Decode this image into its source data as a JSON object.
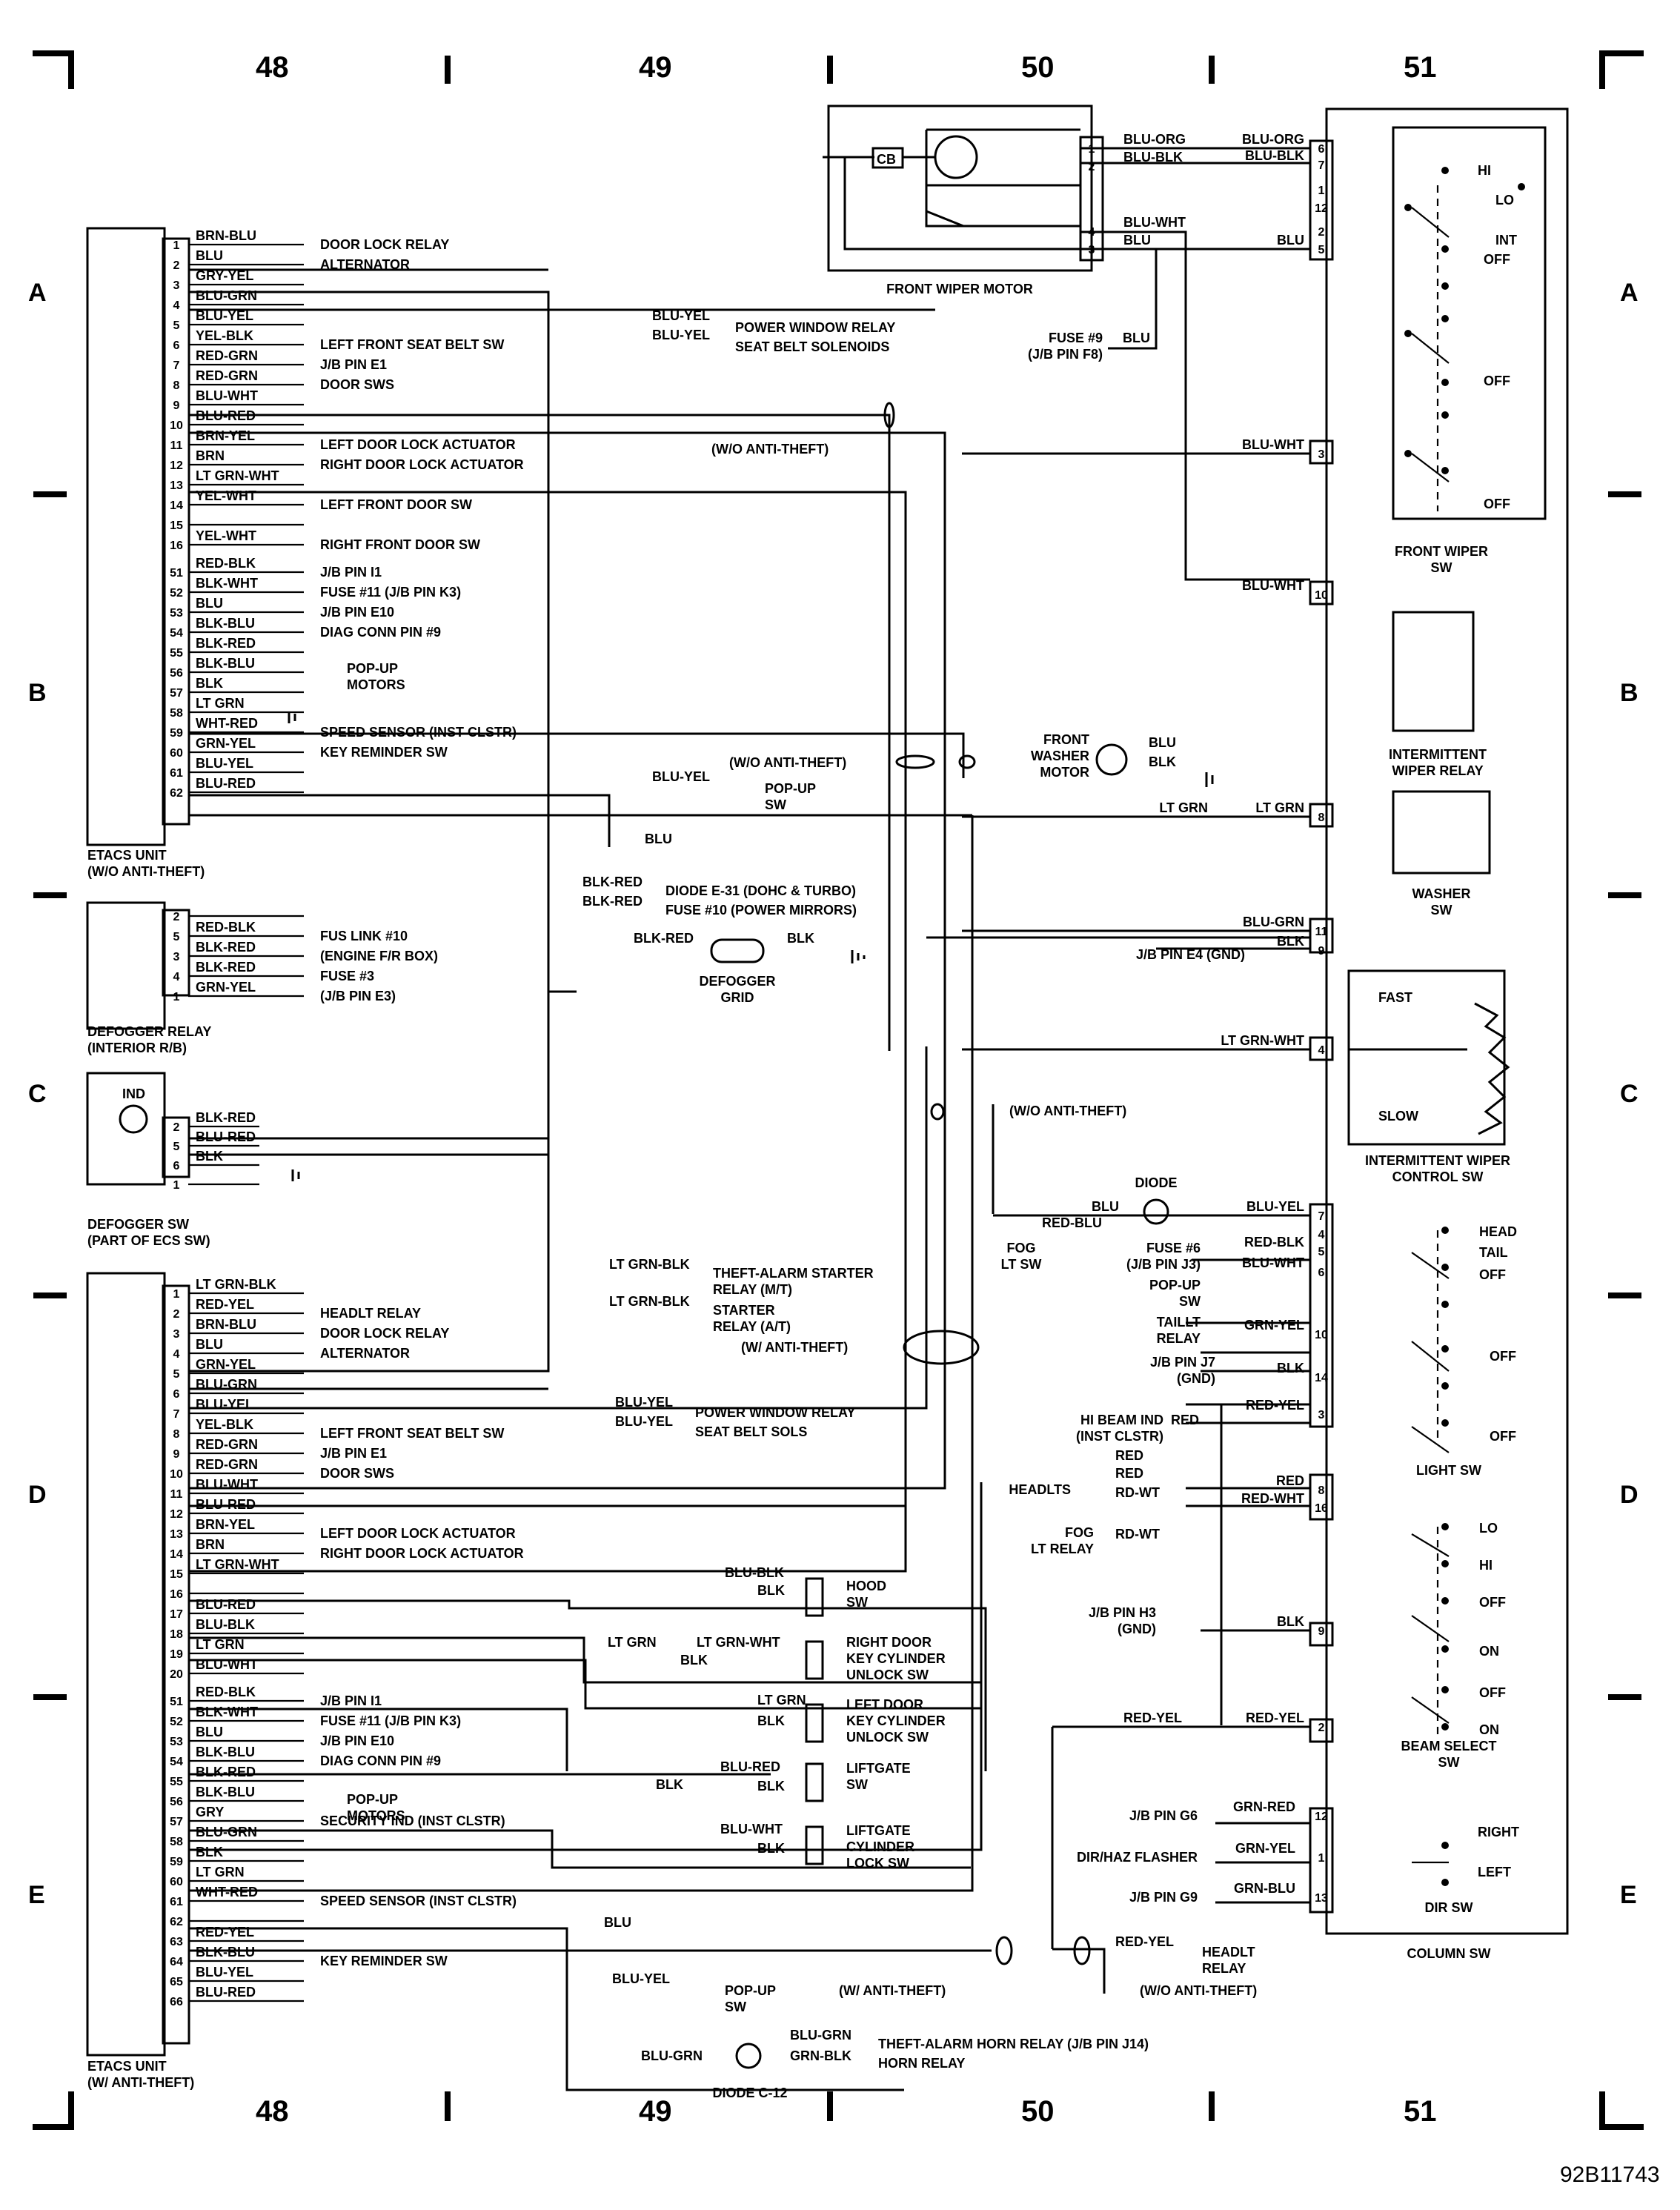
{
  "page": {
    "columns": [
      "48",
      "49",
      "50",
      "51"
    ],
    "rows": [
      "A",
      "B",
      "C",
      "D",
      "E"
    ],
    "figure_id": "92B11743"
  },
  "etacs1": {
    "title": [
      "ETACS UNIT",
      "(W/O ANTI-THEFT)"
    ],
    "pins": [
      {
        "pin": "1",
        "wire": "BRN-BLU",
        "dest": "DOOR LOCK RELAY"
      },
      {
        "pin": "2",
        "wire": "BLU",
        "dest": "ALTERNATOR"
      },
      {
        "pin": "3",
        "wire": "GRY-YEL",
        "dest": ""
      },
      {
        "pin": "4",
        "wire": "BLU-GRN",
        "dest": ""
      },
      {
        "pin": "5",
        "wire": "BLU-YEL",
        "dest": ""
      },
      {
        "pin": "6",
        "wire": "YEL-BLK",
        "dest": "LEFT FRONT SEAT BELT SW"
      },
      {
        "pin": "7",
        "wire": "RED-GRN",
        "dest": "J/B PIN E1"
      },
      {
        "pin": "8",
        "wire": "RED-GRN",
        "dest": "DOOR SWS"
      },
      {
        "pin": "9",
        "wire": "BLU-WHT",
        "dest": ""
      },
      {
        "pin": "10",
        "wire": "BLU-RED",
        "dest": ""
      },
      {
        "pin": "11",
        "wire": "BRN-YEL",
        "dest": "LEFT DOOR LOCK ACTUATOR"
      },
      {
        "pin": "12",
        "wire": "BRN",
        "dest": "RIGHT DOOR LOCK ACTUATOR"
      },
      {
        "pin": "13",
        "wire": "LT GRN-WHT",
        "dest": ""
      },
      {
        "pin": "14",
        "wire": "YEL-WHT",
        "dest": "LEFT FRONT DOOR SW"
      },
      {
        "pin": "15",
        "wire": "",
        "dest": ""
      },
      {
        "pin": "16",
        "wire": "YEL-WHT",
        "dest": "RIGHT FRONT DOOR SW"
      },
      {
        "pin": "51",
        "wire": "RED-BLK",
        "dest": "J/B PIN I1"
      },
      {
        "pin": "52",
        "wire": "BLK-WHT",
        "dest": "FUSE #11 (J/B PIN K3)"
      },
      {
        "pin": "53",
        "wire": "BLU",
        "dest": "J/B PIN E10"
      },
      {
        "pin": "54",
        "wire": "BLK-BLU",
        "dest": "DIAG CONN PIN #9"
      },
      {
        "pin": "55",
        "wire": "BLK-RED",
        "dest": ""
      },
      {
        "pin": "56",
        "wire": "BLK-BLU",
        "dest": ""
      },
      {
        "pin": "57",
        "wire": "BLK",
        "dest": ""
      },
      {
        "pin": "58",
        "wire": "LT GRN",
        "dest": ""
      },
      {
        "pin": "59",
        "wire": "WHT-RED",
        "dest": "SPEED SENSOR (INST CLSTR)"
      },
      {
        "pin": "60",
        "wire": "GRN-YEL",
        "dest": "KEY REMINDER SW"
      },
      {
        "pin": "61",
        "wire": "BLU-YEL",
        "dest": ""
      },
      {
        "pin": "62",
        "wire": "BLU-RED",
        "dest": ""
      }
    ],
    "popup_motors": [
      "POP-UP",
      "MOTORS"
    ],
    "power_window": {
      "wire1": "BLU-YEL",
      "wire2": "BLU-YEL",
      "dest1": "POWER WINDOW RELAY",
      "dest2": "SEAT BELT SOLENOIDS"
    },
    "popup_sw": {
      "wire": "BLU-YEL",
      "label": [
        "POP-UP",
        "SW"
      ]
    },
    "blu_label": "BLU"
  },
  "anti_theft": {
    "wo1": "(W/O ANTI-THEFT)",
    "wo2": "(W/O ANTI-THEFT)",
    "wo3": "(W/O ANTI-THEFT)",
    "wo4": "(W/O ANTI-THEFT)",
    "w1": "(W/ ANTI-THEFT)",
    "w2": "(W/ ANTI-THEFT)"
  },
  "defogger_relay": {
    "title": [
      "DEFOGGER RELAY",
      "(INTERIOR R/B)"
    ],
    "pins": [
      {
        "pin": "2",
        "wire": "",
        "dest": ""
      },
      {
        "pin": "5",
        "wire": "RED-BLK",
        "dest": "FUS LINK #10"
      },
      {
        "pin": "3",
        "wire": "BLK-RED",
        "dest": "(ENGINE F/R BOX)"
      },
      {
        "pin": "4",
        "wire": "BLK-RED",
        "dest": "FUSE #3"
      },
      {
        "pin": "1",
        "wire": "GRN-YEL",
        "dest": "(J/B PIN E3)"
      }
    ],
    "diode_e31": {
      "wire": "BLK-RED",
      "dest": "DIODE E-31 (DOHC & TURBO)"
    },
    "fuse10": {
      "wire": "BLK-RED",
      "dest": "FUSE #10 (POWER MIRRORS)"
    },
    "grid": {
      "wire_in": "BLK-RED",
      "wire_out": "BLK",
      "label": [
        "DEFOGGER",
        "GRID"
      ]
    }
  },
  "defogger_sw": {
    "title": [
      "DEFOGGER SW",
      "(PART OF ECS SW)"
    ],
    "ind": "IND",
    "pins": [
      {
        "pin": "2",
        "wire": "BLK-RED"
      },
      {
        "pin": "5",
        "wire": "BLU-RED"
      },
      {
        "pin": "6",
        "wire": "BLK"
      },
      {
        "pin": "1",
        "wire": ""
      }
    ]
  },
  "etacs2": {
    "title": [
      "ETACS UNIT",
      "(W/ ANTI-THEFT)"
    ],
    "pins": [
      {
        "pin": "1",
        "wire": "LT GRN-BLK",
        "dest": ""
      },
      {
        "pin": "2",
        "wire": "RED-YEL",
        "dest": "HEADLT RELAY"
      },
      {
        "pin": "3",
        "wire": "BRN-BLU",
        "dest": "DOOR LOCK RELAY"
      },
      {
        "pin": "4",
        "wire": "BLU",
        "dest": "ALTERNATOR"
      },
      {
        "pin": "5",
        "wire": "GRN-YEL",
        "dest": ""
      },
      {
        "pin": "6",
        "wire": "BLU-GRN",
        "dest": ""
      },
      {
        "pin": "7",
        "wire": "BLU-YEL",
        "dest": ""
      },
      {
        "pin": "8",
        "wire": "YEL-BLK",
        "dest": "LEFT FRONT SEAT BELT SW"
      },
      {
        "pin": "9",
        "wire": "RED-GRN",
        "dest": "J/B PIN E1"
      },
      {
        "pin": "10",
        "wire": "RED-GRN",
        "dest": "DOOR SWS"
      },
      {
        "pin": "11",
        "wire": "BLU-WHT",
        "dest": ""
      },
      {
        "pin": "12",
        "wire": "BLU-RED",
        "dest": ""
      },
      {
        "pin": "13",
        "wire": "BRN-YEL",
        "dest": "LEFT DOOR LOCK ACTUATOR"
      },
      {
        "pin": "14",
        "wire": "BRN",
        "dest": "RIGHT DOOR LOCK ACTUATOR"
      },
      {
        "pin": "15",
        "wire": "LT GRN-WHT",
        "dest": ""
      },
      {
        "pin": "16",
        "wire": "",
        "dest": ""
      },
      {
        "pin": "17",
        "wire": "BLU-RED",
        "dest": ""
      },
      {
        "pin": "18",
        "wire": "BLU-BLK",
        "dest": ""
      },
      {
        "pin": "19",
        "wire": "LT GRN",
        "dest": ""
      },
      {
        "pin": "20",
        "wire": "BLU-WHT",
        "dest": ""
      },
      {
        "pin": "51",
        "wire": "RED-BLK",
        "dest": "J/B PIN I1"
      },
      {
        "pin": "52",
        "wire": "BLK-WHT",
        "dest": "FUSE #11 (J/B PIN K3)"
      },
      {
        "pin": "53",
        "wire": "BLU",
        "dest": "J/B PIN E10"
      },
      {
        "pin": "54",
        "wire": "BLK-BLU",
        "dest": "DIAG CONN PIN #9"
      },
      {
        "pin": "55",
        "wire": "BLK-RED",
        "dest": ""
      },
      {
        "pin": "56",
        "wire": "BLK-BLU",
        "dest": ""
      },
      {
        "pin": "57",
        "wire": "GRY",
        "dest": "SECURITY IND (INST CLSTR)"
      },
      {
        "pin": "58",
        "wire": "BLU-GRN",
        "dest": ""
      },
      {
        "pin": "59",
        "wire": "BLK",
        "dest": ""
      },
      {
        "pin": "60",
        "wire": "LT GRN",
        "dest": ""
      },
      {
        "pin": "61",
        "wire": "WHT-RED",
        "dest": "SPEED SENSOR (INST CLSTR)"
      },
      {
        "pin": "62",
        "wire": "",
        "dest": ""
      },
      {
        "pin": "63",
        "wire": "RED-YEL",
        "dest": ""
      },
      {
        "pin": "64",
        "wire": "BLK-BLU",
        "dest": "KEY REMINDER SW"
      },
      {
        "pin": "65",
        "wire": "BLU-YEL",
        "dest": ""
      },
      {
        "pin": "66",
        "wire": "BLU-RED",
        "dest": ""
      }
    ],
    "popup_motors": [
      "POP-UP",
      "MOTORS"
    ],
    "starter": {
      "wire1": "LT GRN-BLK",
      "dest1": [
        "THEFT-ALARM STARTER",
        "RELAY (M/T)"
      ],
      "wire2": "LT GRN-BLK",
      "dest2": [
        "STARTER",
        "RELAY (A/T)"
      ]
    },
    "power_window": {
      "wire1": "BLU-YEL",
      "wire2": "BLU-YEL",
      "dest1": "POWER WINDOW RELAY",
      "dest2": "SEAT BELT SOLS"
    },
    "popup_sw": {
      "wire": "BLU-YEL",
      "label": [
        "POP-UP",
        "SW"
      ]
    },
    "blu_label": "BLU"
  },
  "door_switches": {
    "hood": {
      "w1": "BLU-BLK",
      "w2": "BLK",
      "label": [
        "HOOD",
        "SW"
      ]
    },
    "right_door": {
      "w0": "LT GRN",
      "w1": "LT GRN-WHT",
      "w2": "BLK",
      "label": [
        "RIGHT DOOR",
        "KEY CYLINDER",
        "UNLOCK SW"
      ]
    },
    "left_door": {
      "w1": "LT GRN",
      "w2": "BLK",
      "label": [
        "LEFT DOOR",
        "KEY CYLINDER",
        "UNLOCK SW"
      ]
    },
    "liftgate": {
      "w1": "BLU-RED",
      "w2": "BLK",
      "w0": "BLK",
      "label": [
        "LIFTGATE",
        "SW"
      ]
    },
    "liftgate_cyl": {
      "w1": "BLU-WHT",
      "w2": "BLK",
      "label": [
        "LIFTGATE",
        "CYLINDER",
        "LOCK SW"
      ]
    }
  },
  "horn": {
    "w1": "BLU-GRN",
    "dest1": "THEFT-ALARM HORN RELAY (J/B PIN J14)",
    "w2": "BLU-GRN",
    "w3": "GRN-BLK",
    "dest2": "HORN RELAY",
    "diode": "DIODE C-12"
  },
  "headlt_relay": {
    "wire": "RED-YEL",
    "dest": [
      "HEADLT",
      "RELAY"
    ]
  },
  "wiper_motor": {
    "title": "FRONT WIPER MOTOR",
    "cb": "CB",
    "pins": [
      {
        "pin": "1",
        "wire": "BLU-ORG"
      },
      {
        "pin": "2",
        "wire": "BLU-BLK"
      },
      {
        "pin": "4",
        "wire": "BLU-WHT"
      },
      {
        "pin": "3",
        "wire": "BLU"
      }
    ],
    "fuse9": [
      "FUSE #9",
      "(J/B PIN F8)"
    ],
    "fuse9_wire": "BLU"
  },
  "washer_motor": {
    "label": [
      "FRONT",
      "WASHER",
      "MOTOR"
    ],
    "w1": "BLU",
    "w2": "BLK"
  },
  "column_sw": {
    "title": "COLUMN SW",
    "front_wiper": {
      "title": [
        "FRONT WIPER",
        "SW"
      ],
      "pos": [
        "HI",
        "LO",
        "INT",
        "OFF",
        "OFF",
        "OFF"
      ],
      "pins": [
        {
          "pin": "6",
          "wire": "BLU-ORG"
        },
        {
          "pin": "7",
          "wire": "BLU-BLK"
        },
        {
          "pin": "1",
          "wire": ""
        },
        {
          "pin": "12",
          "wire": ""
        },
        {
          "pin": "2",
          "wire": ""
        },
        {
          "pin": "5",
          "wire": "BLU"
        },
        {
          "pin": "3",
          "wire": "BLU-WHT"
        },
        {
          "pin": "10",
          "wire": "BLU-WHT"
        },
        {
          "pin": "8",
          "wire": "LT GRN"
        },
        {
          "pin": "11",
          "wire": "BLU-GRN"
        },
        {
          "pin": "9",
          "wire": "BLK"
        },
        {
          "pin": "4",
          "wire": "LT GRN-WHT"
        }
      ],
      "lt_grn_left": "LT GRN",
      "jb_e4": "J/B PIN E4 (GND)"
    },
    "int_relay": [
      "INTERMITTENT",
      "WIPER RELAY"
    ],
    "washer_sw": [
      "WASHER",
      "SW"
    ],
    "int_control": {
      "title": [
        "INTERMITTENT WIPER",
        "CONTROL SW"
      ],
      "fast": "FAST",
      "slow": "SLOW"
    },
    "light_sw": {
      "title": "LIGHT SW",
      "pos": [
        "HEAD",
        "TAIL",
        "OFF",
        "OFF",
        "OFF"
      ],
      "pins": [
        {
          "pin": "7",
          "wire": "BLU-YEL"
        },
        {
          "pin": "4",
          "wire": ""
        },
        {
          "pin": "5",
          "wire": "RED-BLK"
        },
        {
          "pin": "6",
          "wire": "BLU-WHT"
        },
        {
          "pin": "10",
          "wire": "GRN-YEL"
        },
        {
          "pin": "14",
          "wire": "BLK"
        },
        {
          "pin": "3",
          "wire": "RED-YEL"
        }
      ],
      "diode": "DIODE",
      "diode_blu": "BLU",
      "red_blu": "RED-BLU",
      "fog": [
        "FOG",
        "LT SW"
      ],
      "fuse6": [
        "FUSE #6",
        "(J/B PIN J3)"
      ],
      "popup": [
        "POP-UP",
        "SW"
      ],
      "taillt": [
        "TAILLT",
        "RELAY"
      ],
      "jbj7": [
        "J/B PIN J7",
        "(GND)"
      ]
    },
    "beam_select": {
      "title": [
        "BEAM SELECT",
        "SW"
      ],
      "pos": [
        "LO",
        "HI",
        "OFF",
        "ON",
        "OFF",
        "ON"
      ],
      "pins": [
        {
          "pin": "8",
          "wire": "RED"
        },
        {
          "pin": "16",
          "wire": "RED-WHT"
        },
        {
          "pin": "9",
          "wire": "BLK"
        },
        {
          "pin": "2",
          "wire": "RED-YEL"
        }
      ],
      "hibeam": [
        "HI BEAM IND",
        "(INST CLSTR)"
      ],
      "hibeam_wire": "RED",
      "headlts": "HEADLTS",
      "hl_wires": [
        "RED",
        "RED",
        "RD-WT"
      ],
      "fog": [
        "FOG",
        "LT RELAY"
      ],
      "fog_wire": "RD-WT",
      "jbh3": [
        "J/B PIN H3",
        "(GND)"
      ],
      "red_yel_left": "RED-YEL"
    },
    "dir_sw": {
      "title": "DIR SW",
      "pos": [
        "RIGHT",
        "LEFT"
      ],
      "pins": [
        {
          "pin": "12",
          "wire": "GRN-RED",
          "dest": "J/B PIN G6"
        },
        {
          "pin": "1",
          "wire": "GRN-YEL",
          "dest": "DIR/HAZ FLASHER"
        },
        {
          "pin": "13",
          "wire": "GRN-BLU",
          "dest": "J/B PIN G9"
        }
      ]
    }
  }
}
